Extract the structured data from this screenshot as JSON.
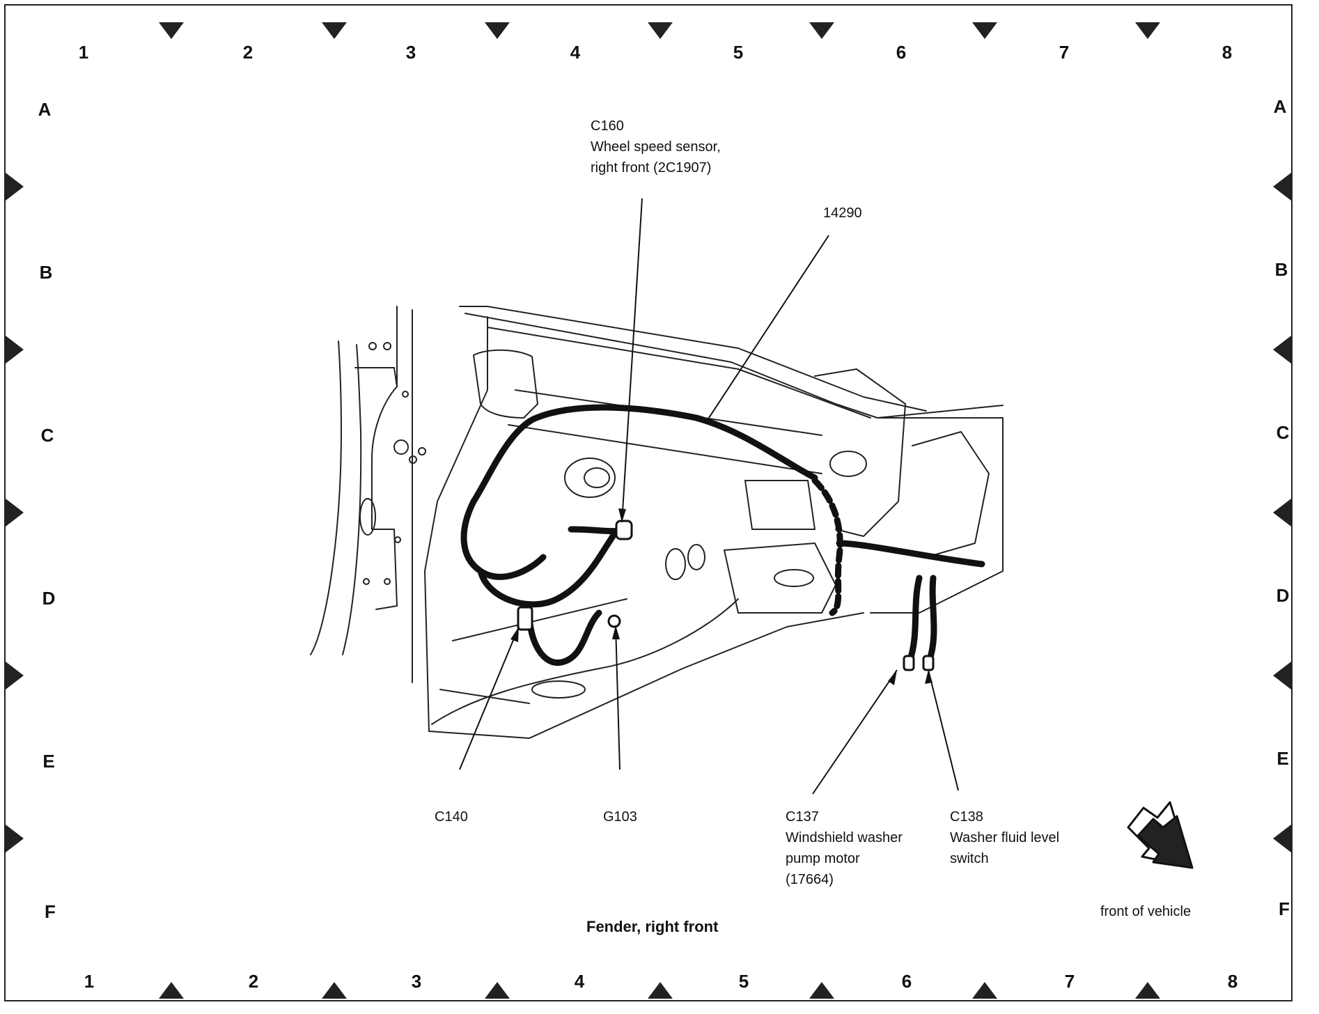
{
  "grid": {
    "columns": [
      "1",
      "2",
      "3",
      "4",
      "5",
      "6",
      "7",
      "8"
    ],
    "rows": [
      "A",
      "B",
      "C",
      "D",
      "E",
      "F"
    ]
  },
  "callouts": {
    "c160": {
      "id": "C160",
      "line1": "Wheel speed sensor,",
      "line2": "right front (2C1907)"
    },
    "n14290": {
      "id": "14290"
    },
    "c140": {
      "id": "C140"
    },
    "g103": {
      "id": "G103"
    },
    "c137": {
      "id": "C137",
      "line1": "Windshield washer",
      "line2": "pump motor",
      "line3": "(17664)"
    },
    "c138": {
      "id": "C138",
      "line1": "Washer fluid level",
      "line2": "switch"
    }
  },
  "title": "Fender, right front",
  "orientation": {
    "label": "front of vehicle",
    "icon": "arrow-front-icon"
  },
  "colors": {
    "ink": "#111111",
    "border": "#222222"
  }
}
